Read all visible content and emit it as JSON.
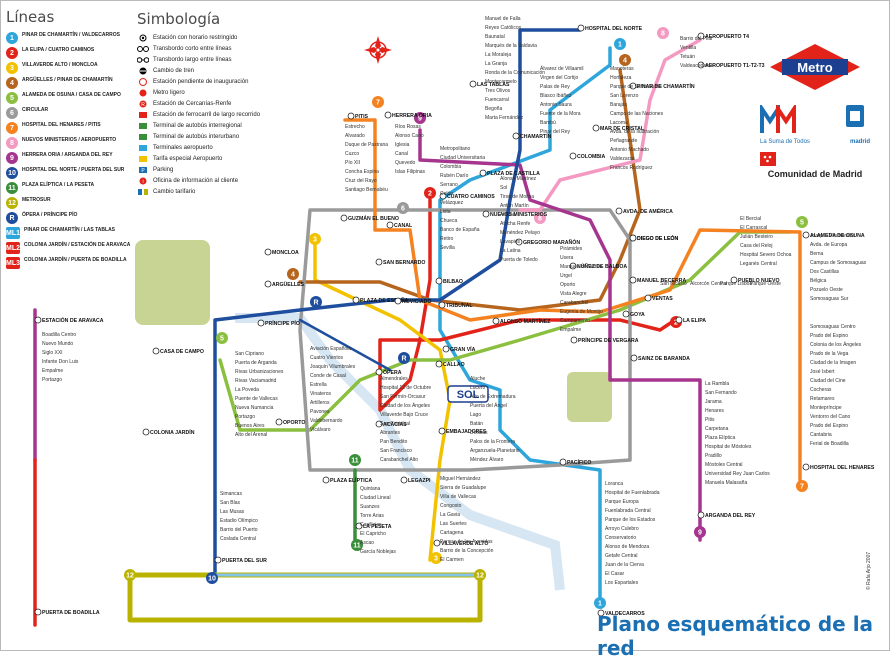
{
  "legend": {
    "title": "Líneas",
    "lines": [
      {
        "num": "1",
        "color": "#2ea6dc",
        "text": "PINAR DE CHAMARTÍN / VALDECARROS"
      },
      {
        "num": "2",
        "color": "#e2231a",
        "text": "LA ELIPA / CUATRO CAMINOS"
      },
      {
        "num": "3",
        "color": "#f2c200",
        "text": "VILLAVERDE ALTO / MONCLOA"
      },
      {
        "num": "4",
        "color": "#b5651d",
        "text": "ARGÜELLES / PINAR DE CHAMARTÍN"
      },
      {
        "num": "5",
        "color": "#8bbf3f",
        "text": "ALAMEDA DE OSUNA / CASA DE CAMPO"
      },
      {
        "num": "6",
        "color": "#9a9a9a",
        "text": "CIRCULAR"
      },
      {
        "num": "7",
        "color": "#f58220",
        "text": "HOSPITAL DEL HENARES / PITIS"
      },
      {
        "num": "8",
        "color": "#f49ac2",
        "text": "NUEVOS MINISTERIOS / AEROPUERTO"
      },
      {
        "num": "9",
        "color": "#a5358e",
        "text": "HERRERA ORIA / ARGANDA DEL REY"
      },
      {
        "num": "10",
        "color": "#1f4e9e",
        "text": "HOSPITAL DEL NORTE / PUERTA DEL SUR"
      },
      {
        "num": "11",
        "color": "#3a8e3a",
        "text": "PLAZA ELÍPTICA / LA PESETA"
      },
      {
        "num": "12",
        "color": "#b9b300",
        "text": "METROSUR"
      },
      {
        "num": "R",
        "color": "#1f4e9e",
        "text": "ÓPERA / PRÍNCIPE PÍO"
      },
      {
        "num": "ML1",
        "color": "#2ea6dc",
        "text": "PINAR DE CHAMARTÍN / LAS TABLAS"
      },
      {
        "num": "ML2",
        "color": "#e2231a",
        "text": "COLONIA JARDÍN / ESTACIÓN DE ARAVACA"
      },
      {
        "num": "ML3",
        "color": "#e2231a",
        "text": "COLONIA JARDÍN / PUERTA DE BOADILLA"
      }
    ]
  },
  "symbology": {
    "title": "Simbología",
    "items": [
      "Estación con horario restringido",
      "Transbordo corto entre líneas",
      "Transbordo largo entre líneas",
      "Cambio de tren",
      "Estación pendiente de inauguración",
      "Metro ligero",
      "Estación de Cercanías-Renfe",
      "Estación de ferrocarril de largo recorrido",
      "Terminal de autobús interregional",
      "Terminal de autobús interurbano",
      "Terminales aeropuerto",
      "Tarifa especial Aeropuerto",
      "Parking",
      "Oficina de información al cliente",
      "Cambio tarifario"
    ]
  },
  "brand": {
    "metro_logo": "Metro",
    "region_tagline": "La Suma de Todos",
    "city_logo": "madrid",
    "region": "Comunidad de Madrid"
  },
  "map_title": "Plano esquemático de la red",
  "credit": "© Rafa Arjo 2007",
  "center_label": "SOL",
  "colors": {
    "L1": "#2ea6dc",
    "L2": "#e2231a",
    "L3": "#f2c200",
    "L4": "#b5651d",
    "L5": "#8bbf3f",
    "L6": "#9a9a9a",
    "L7": "#f58220",
    "L8": "#f49ac2",
    "L9": "#a5358e",
    "L10": "#1f4e9e",
    "L11": "#3a8e3a",
    "L12": "#b9b300",
    "R": "#1f4e9e",
    "park": "#c7d494",
    "brand_red": "#e2231a",
    "title_blue": "#1b6fb3"
  },
  "stations": {
    "bold": [
      "HOSPITAL DEL NORTE",
      "PINAR DE CHAMARTÍN",
      "CHAMARTÍN",
      "PLAZA DE CASTILLA",
      "CUATRO CAMINOS",
      "NUEVOS MINISTERIOS",
      "GREGORIO MARAÑÓN",
      "AVDA. DE AMÉRICA",
      "DIEGO DE LEÓN",
      "MANUEL BECERRA",
      "GOYA",
      "SAN BERNARDO",
      "BILBAO",
      "TRIBUNAL",
      "ALONSO MARTÍNEZ",
      "PRÍNCIPE DE VERGARA",
      "SAINZ DE BARANDA",
      "PLAZA DE ESPAÑA",
      "NOVICIADO",
      "GRAN VÍA",
      "CALLAO",
      "ÓPERA",
      "ACACIAS",
      "EMBAJADORES",
      "PACÍFICO",
      "LEGAZPI",
      "PLAZA ELÍPTICA",
      "PUERTA DEL SUR",
      "PRÍNCIPE PÍO",
      "CASA DE CAMPO",
      "ARGÜELLES",
      "MONCLOA",
      "LAS TABLAS",
      "COLONIA JARDÍN",
      "ESTACIÓN DE ARAVACA",
      "PUERTA DE BOADILLA",
      "ARGANDA DEL REY",
      "VALDECARROS",
      "LA ELIPA",
      "VILLAVERDE ALTO",
      "LA PESETA",
      "HOSPITAL DEL HENARES",
      "ALAMEDA DE OSUNA",
      "HERRERA ORIA",
      "PITIS",
      "CANAL",
      "VENTAS",
      "PUEBLO NUEVO",
      "COLOMBIA",
      "MAR DE CRISTAL",
      "AEROPUERTO T4",
      "AEROPUERTO T1-T2-T3",
      "NÚÑEZ DE BALBOA",
      "GUZMÁN EL BUENO",
      "OPORTO",
      "DIEGO DE LEÓN"
    ],
    "regular": [
      "Manuel de Falla",
      "Reyes Católicos",
      "Baunatal",
      "Marqués de la Valdavia",
      "La Moraleja",
      "La Granja",
      "Ronda de la Comunicación",
      "Montecarmelo",
      "Tres Olivos",
      "Fuencarral",
      "Begoña",
      "Marta Fernández",
      "Álvarez de Villaamil",
      "Virgen del Cortijo",
      "Palas de Rey",
      "Blasco Ibáñez",
      "Antonio Saura",
      "Fuente de la Mora",
      "Bambú",
      "Pinar del Rey",
      "Manoteras",
      "Hortaleza",
      "Parque de Santa María",
      "San Lorenzo",
      "Barajas",
      "Campo de las Naciones",
      "Lacoma",
      "Avda. de la Ilustración",
      "Peñagrande",
      "Antonio Machado",
      "Valdezarza",
      "Francos Rodríguez",
      "Barrio del Pilar",
      "Ventilla",
      "Tetuán",
      "Valdeacederas",
      "Estrecho",
      "Alvarado",
      "Duque de Pastrana",
      "Cuzco",
      "Pío XII",
      "Concha Espina",
      "Cruz del Rayo",
      "Santiago Bernabéu",
      "Ríos Rosas",
      "Alonso Cano",
      "Iglesia",
      "Canal",
      "Quevedo",
      "Islas Filipinas",
      "Metropolitano",
      "Ciudad Universitaria",
      "Colombia",
      "Rubén Darío",
      "Serrano",
      "Colón",
      "Velázquez",
      "Lista",
      "Chueca",
      "Banco de España",
      "Retiro",
      "Sevilla",
      "Alonso Martínez",
      "Sol",
      "Tirso de Molina",
      "Antón Martín",
      "Atocha",
      "Atocha Renfe",
      "Menéndez Pelayo",
      "Lavapiés",
      "La Latina",
      "Puerta de Toledo",
      "Pirámides",
      "Usera",
      "Marqués de Vadillo",
      "Urgel",
      "Oporto",
      "Vista Alegre",
      "Carabanchel",
      "Eugenia de Montijo",
      "Campamento",
      "Empalme",
      "Aluche",
      "Lucero",
      "Alto de Extremadura",
      "Puerta del Ángel",
      "Lago",
      "Batán",
      "Delicias",
      "Palos de la Frontera",
      "Arganzuela-Planetario",
      "Méndez Álvaro",
      "Almendrales",
      "Hospital 12 de Octubre",
      "San Fermín-Orcasur",
      "Ciudad de los Ángeles",
      "Villaverde Bajo Cruce",
      "San Cristóbal",
      "Abrantes",
      "Pan Bendito",
      "San Francisco",
      "Carabanchel Alto",
      "Aviación Española",
      "Cuatro Vientos",
      "Joaquín Vilumbrales",
      "Conde de Casal",
      "Estrella",
      "Vinateros",
      "Artilleros",
      "Pavones",
      "Valdebernardo",
      "Vicálvaro",
      "San Cipriano",
      "Puerta de Arganda",
      "Rivas Urbanizaciones",
      "Rivas Vaciamadrid",
      "La Poveda",
      "Puente de Vallecas",
      "Nueva Numancia",
      "Portazgo",
      "Buenos Aires",
      "Alto del Arenal",
      "Miguel Hernández",
      "Sierra de Guadalupe",
      "Villa de Vallecas",
      "Congosto",
      "La Gavia",
      "Las Suertes",
      "Cartagena",
      "Parque de las Avenidas",
      "Barrio de la Concepción",
      "El Carmen",
      "Quintana",
      "Ciudad Lineal",
      "Suanzes",
      "Torre Arias",
      "Canillejas",
      "El Capricho",
      "Ascao",
      "García Noblejas",
      "Simancas",
      "San Blas",
      "Las Musas",
      "Estadio Olímpico",
      "Barrio del Puerto",
      "Coslada Central",
      "La Rambla",
      "San Fernando",
      "Jarama",
      "Henares",
      "Pitis",
      "Carpetana",
      "Plaza Elíptica",
      "Hospital de Móstoles",
      "Pradillo",
      "Móstoles Central",
      "Universidad Rey Juan Carlos",
      "Manuela Malasaña",
      "Loranca",
      "Hospital de Fuenlabrada",
      "Parque Europa",
      "Fuenlabrada Central",
      "Parque de los Estados",
      "Arroyo Culebro",
      "Conservatorio",
      "Alonso de Mendoza",
      "Getafe Central",
      "Juan de la Cierva",
      "El Casar",
      "Los Espartales",
      "El Bercial",
      "El Carrascal",
      "Julián Besteiro",
      "Casa del Reloj",
      "Hospital Severo Ochoa",
      "Leganés Central",
      "San Nicasio",
      "Alcorcón Central",
      "Parque Lisboa",
      "Parque Oeste",
      "Joaquín Vilumbrales",
      "Avda. de Europa",
      "Berna",
      "Campus de Somosaguas",
      "Dos Castillas",
      "Bélgica",
      "Pozuelo Oeste",
      "Somosaguas Sur",
      "Somosaguas Centro",
      "Prado del Espino",
      "Colonia de los Ángeles",
      "Prado de la Vega",
      "Ciudad de la Imagen",
      "José Isbert",
      "Ciudad del Cine",
      "Cocheras",
      "Retamares",
      "Montepríncipe",
      "Ventorro del Cano",
      "Prado del Espino",
      "Cantabria",
      "Ferial de Boadilla",
      "Boadilla Centro",
      "Nuevo Mundo",
      "Siglo XXI",
      "Infante Don Luis",
      "Empalme",
      "Portazgo"
    ]
  }
}
